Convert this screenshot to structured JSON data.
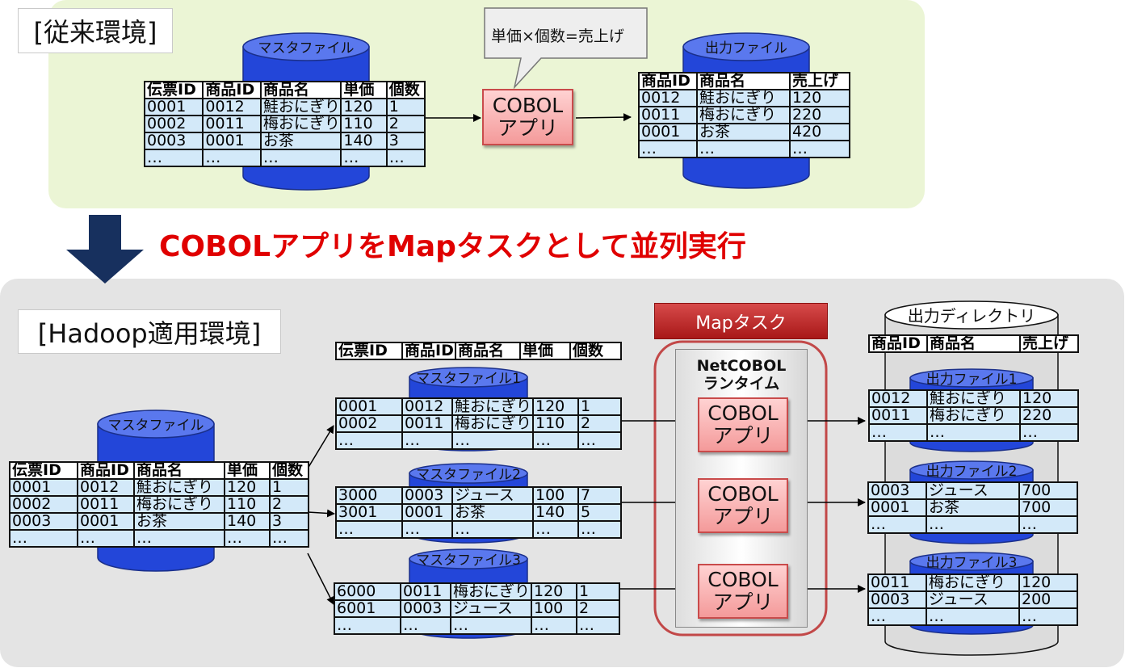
{
  "top_section": {
    "title": "[従来環境]",
    "master_file_label": "マスタファイル",
    "output_file_label": "出力ファイル",
    "callout": "単価×個数=売上げ",
    "app_label": "COBOL\nアプリ",
    "master_table": {
      "headers": [
        "伝票ID",
        "商品ID",
        "商品名",
        "単価",
        "個数"
      ],
      "rows": [
        [
          "0001",
          "0012",
          "鮭おにぎり",
          "120",
          "1"
        ],
        [
          "0002",
          "0011",
          "梅おにぎり",
          "110",
          "2"
        ],
        [
          "0003",
          "0001",
          "お茶",
          "140",
          "3"
        ],
        [
          "…",
          "…",
          "…",
          "…",
          "…"
        ]
      ]
    },
    "output_table": {
      "headers": [
        "商品ID",
        "商品名",
        "売上げ"
      ],
      "rows": [
        [
          "0012",
          "鮭おにぎり",
          "120"
        ],
        [
          "0011",
          "梅おにぎり",
          "220"
        ],
        [
          "0001",
          "お茶",
          "420"
        ],
        [
          "…",
          "…",
          "…"
        ]
      ]
    }
  },
  "headline": "COBOLアプリをMapタスクとして並列実行",
  "bottom_section": {
    "title": "[Hadoop適用環境]",
    "master_file_label": "マスタファイル",
    "input_table": {
      "headers": [
        "伝票ID",
        "商品ID",
        "商品名",
        "単価",
        "個数"
      ],
      "rows": [
        [
          "0001",
          "0012",
          "鮭おにぎり",
          "120",
          "1"
        ],
        [
          "0002",
          "0011",
          "梅おにぎり",
          "110",
          "2"
        ],
        [
          "0003",
          "0001",
          "お茶",
          "140",
          "3"
        ],
        [
          "…",
          "…",
          "…",
          "…",
          "…"
        ]
      ]
    },
    "split_header": [
      "伝票ID",
      "商品ID",
      "商品名",
      "単価",
      "個数"
    ],
    "splits": [
      {
        "label": "マスタファイル1",
        "rows": [
          [
            "0001",
            "0012",
            "鮭おにぎり",
            "120",
            "1"
          ],
          [
            "0002",
            "0011",
            "梅おにぎり",
            "110",
            "2"
          ],
          [
            "…",
            "…",
            "…",
            "…",
            "…"
          ]
        ]
      },
      {
        "label": "マスタファイル2",
        "rows": [
          [
            "3000",
            "0003",
            "ジュース",
            "100",
            "7"
          ],
          [
            "3001",
            "0001",
            "お茶",
            "140",
            "5"
          ],
          [
            "…",
            "…",
            "…",
            "…",
            "…"
          ]
        ]
      },
      {
        "label": "マスタファイル3",
        "rows": [
          [
            "6000",
            "0011",
            "梅おにぎり",
            "120",
            "1"
          ],
          [
            "6001",
            "0003",
            "ジュース",
            "100",
            "2"
          ],
          [
            "…",
            "…",
            "…",
            "…",
            "…"
          ]
        ]
      }
    ],
    "map_task_label": "Mapタスク",
    "runtime_label": "NetCOBOL\nランタイム",
    "app_label": "COBOL\nアプリ",
    "output_dir_label": "出力ディレクトリ",
    "output_header": [
      "商品ID",
      "商品名",
      "売上げ"
    ],
    "outputs": [
      {
        "label": "出力ファイル1",
        "rows": [
          [
            "0012",
            "鮭おにぎり",
            "120"
          ],
          [
            "0011",
            "梅おにぎり",
            "220"
          ],
          [
            "…",
            "…",
            "…"
          ]
        ]
      },
      {
        "label": "出力ファイル2",
        "rows": [
          [
            "0003",
            "ジュース",
            "700"
          ],
          [
            "0001",
            "お茶",
            "700"
          ],
          [
            "…",
            "…",
            "…"
          ]
        ]
      },
      {
        "label": "出力ファイル3",
        "rows": [
          [
            "0011",
            "梅おにぎり",
            "120"
          ],
          [
            "0003",
            "ジュース",
            "200"
          ],
          [
            "…",
            "…",
            "…"
          ]
        ]
      }
    ]
  },
  "colors": {
    "top_panel": "#ebf5d5",
    "bottom_panel": "#e4e4e4",
    "cylinder_blue": "#2346d9",
    "table_fill": "#d3e9f9",
    "headline_red": "#e00000",
    "arrow_navy": "#17305e"
  }
}
